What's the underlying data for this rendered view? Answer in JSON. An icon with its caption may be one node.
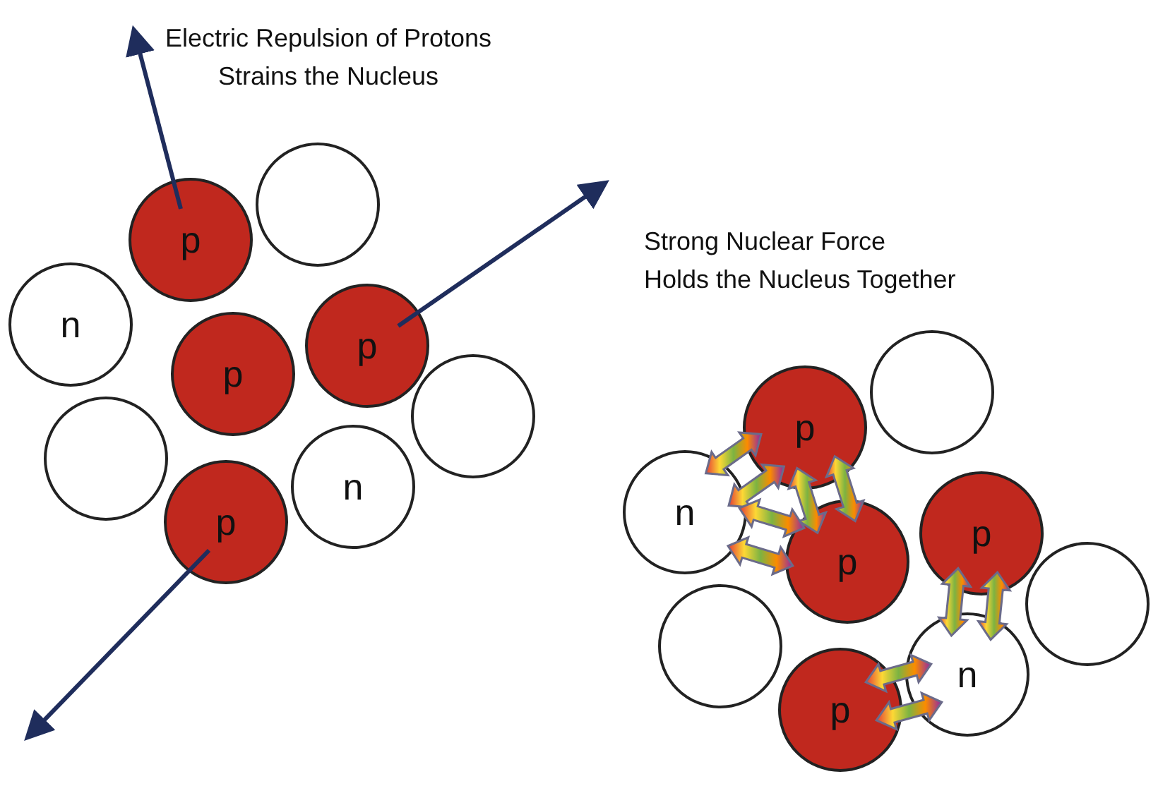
{
  "diagram": {
    "nodes": [
      {
        "text": [
          "p"
        ]
      },
      {
        "text": [
          "n"
        ]
      },
      {
        "text": [
          "p"
        ]
      },
      {
        "text": [
          "p"
        ]
      },
      {
        "text": [
          "n"
        ]
      },
      {
        "text": [
          "p"
        ]
      },
      {
        "text": [
          "p"
        ]
      },
      {
        "text": [
          "n"
        ]
      },
      {
        "text": [
          "p"
        ]
      },
      {
        "text": [
          "p"
        ]
      },
      {
        "text": [
          "n"
        ]
      },
      {
        "text": [
          "p"
        ]
      },
      {
        "text": [],
        "shape": "circle"
      },
      {
        "text": [],
        "shape": "circle"
      },
      {
        "text": [],
        "shape": "circle"
      },
      {
        "text": [],
        "shape": "circle"
      },
      {
        "text": [],
        "shape": "circle"
      },
      {
        "text": [],
        "shape": "circle"
      }
    ],
    "edges": [
      {
        "from": 7,
        "to": 6,
        "arrow": "both"
      },
      {
        "from": 7,
        "to": 6,
        "arrow": "both"
      },
      {
        "from": 6,
        "to": 9,
        "arrow": "both"
      },
      {
        "from": 6,
        "to": 9,
        "arrow": "both"
      },
      {
        "from": 7,
        "to": 9,
        "arrow": "both"
      },
      {
        "from": 7,
        "to": 9,
        "arrow": "both"
      },
      {
        "from": 8,
        "to": 10,
        "arrow": "both"
      },
      {
        "from": 8,
        "to": 10,
        "arrow": "both"
      },
      {
        "from": 11,
        "to": 10,
        "arrow": "both"
      },
      {
        "from": 11,
        "to": 10,
        "arrow": "both"
      }
    ],
    "labels": [
      "Electric Repulsion of Protons Strains the Nucleus",
      "Strong Nuclear Force Holds the Nucleus Together"
    ]
  }
}
